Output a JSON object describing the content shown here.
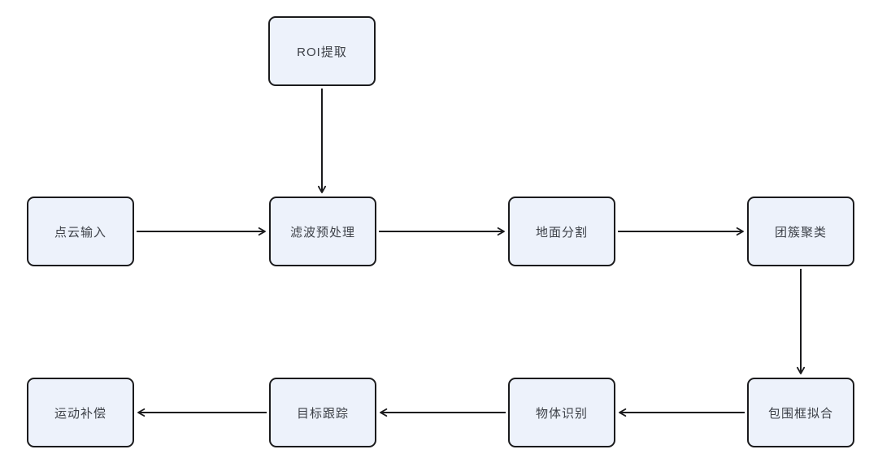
{
  "diagram": {
    "title": "lidar-point-cloud-processing-flowchart",
    "background_color": "#ffffff",
    "node_fill_color": "#edf2fb",
    "node_border_color": "#1b1b1d",
    "arrow_color": "#1b1b1d",
    "text_color": "#3d4148",
    "nodes": [
      {
        "id": "roi",
        "label": "ROI提取"
      },
      {
        "id": "input",
        "label": "点云输入"
      },
      {
        "id": "filter",
        "label": "滤波预处理"
      },
      {
        "id": "ground",
        "label": "地面分割"
      },
      {
        "id": "cluster",
        "label": "团簇聚类"
      },
      {
        "id": "motion",
        "label": "运动补偿"
      },
      {
        "id": "track",
        "label": "目标跟踪"
      },
      {
        "id": "object",
        "label": "物体识别"
      },
      {
        "id": "bbox",
        "label": "包围框拟合"
      }
    ],
    "edges": [
      {
        "from": "ROI提取",
        "to": "滤波预处理",
        "direction": "down"
      },
      {
        "from": "点云输入",
        "to": "滤波预处理",
        "direction": "right"
      },
      {
        "from": "滤波预处理",
        "to": "地面分割",
        "direction": "right"
      },
      {
        "from": "地面分割",
        "to": "团簇聚类",
        "direction": "right"
      },
      {
        "from": "团簇聚类",
        "to": "包围框拟合",
        "direction": "down"
      },
      {
        "from": "包围框拟合",
        "to": "物体识别",
        "direction": "left"
      },
      {
        "from": "物体识别",
        "to": "目标跟踪",
        "direction": "left"
      },
      {
        "from": "目标跟踪",
        "to": "运动补偿",
        "direction": "left"
      }
    ]
  }
}
